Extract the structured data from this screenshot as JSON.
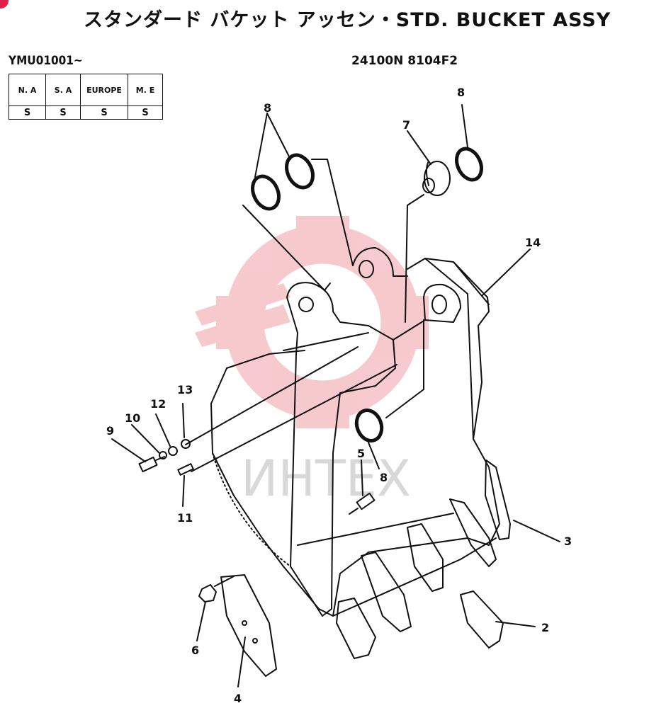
{
  "header": {
    "title": "スタンダード バケット アッセン・STD. BUCKET ASSY",
    "serial": "YMU01001~",
    "part_code": "24100N 8104F2"
  },
  "applicability_table": {
    "columns": [
      "N. A",
      "S. A",
      "EUROPE",
      "M. E"
    ],
    "values": [
      "S",
      "S",
      "S",
      "S"
    ]
  },
  "watermark": {
    "text": "ИНТЕХ"
  },
  "callouts": {
    "c1": "8",
    "c2": "8",
    "c3": "7",
    "c4": "14",
    "c5": "13",
    "c6": "12",
    "c7": "10",
    "c8": "9",
    "c9": "11",
    "c10": "5",
    "c11": "8",
    "c12": "3",
    "c13": "2",
    "c14": "6",
    "c15": "4"
  },
  "colors": {
    "line": "#111111",
    "watermark": "#f3b8bd"
  }
}
